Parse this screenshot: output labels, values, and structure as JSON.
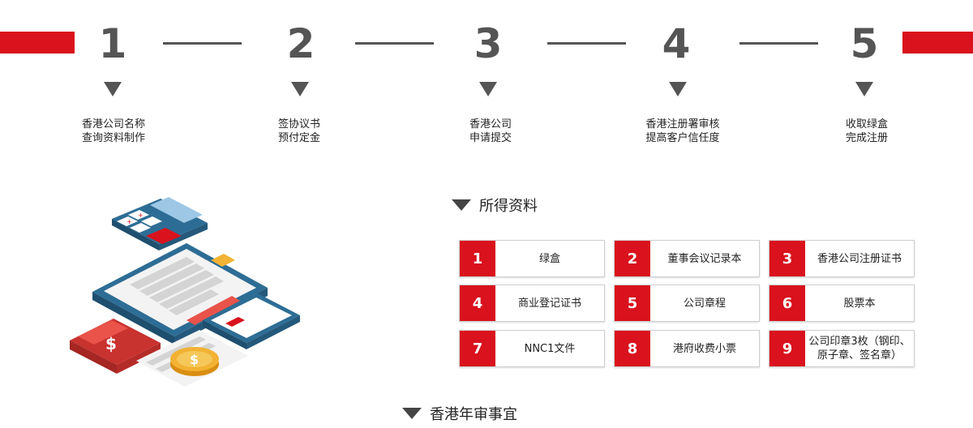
{
  "steps": [
    {
      "num": "1",
      "line1": "香港公司名称",
      "line2": "查询资料制作"
    },
    {
      "num": "2",
      "line1": "签协议书",
      "line2": "预付定金"
    },
    {
      "num": "3",
      "line1": "香港公司",
      "line2": "申请提交"
    },
    {
      "num": "4",
      "line1": "香港注册署审核",
      "line2": "提高客户信任度"
    },
    {
      "num": "5",
      "line1": "收取绿盒",
      "line2": "完成注册"
    }
  ],
  "materials": {
    "title": "所得资料",
    "items": [
      {
        "num": "1",
        "label": "绿盒"
      },
      {
        "num": "2",
        "label": "董事会议记录本"
      },
      {
        "num": "3",
        "label": "香港公司注册证书"
      },
      {
        "num": "4",
        "label": "商业登记证书"
      },
      {
        "num": "5",
        "label": "公司章程"
      },
      {
        "num": "6",
        "label": "股票本"
      },
      {
        "num": "7",
        "label": "NNC1文件"
      },
      {
        "num": "8",
        "label": "港府收费小票"
      },
      {
        "num": "9",
        "label": "公司印章3枚（钢印、原子章、签名章）"
      }
    ]
  },
  "annual": {
    "title": "香港年审事宜"
  },
  "colors": {
    "accent": "#d9121d",
    "dark": "#555555"
  },
  "illustration": {
    "coin_symbol": "$",
    "folder_symbol": "$"
  }
}
